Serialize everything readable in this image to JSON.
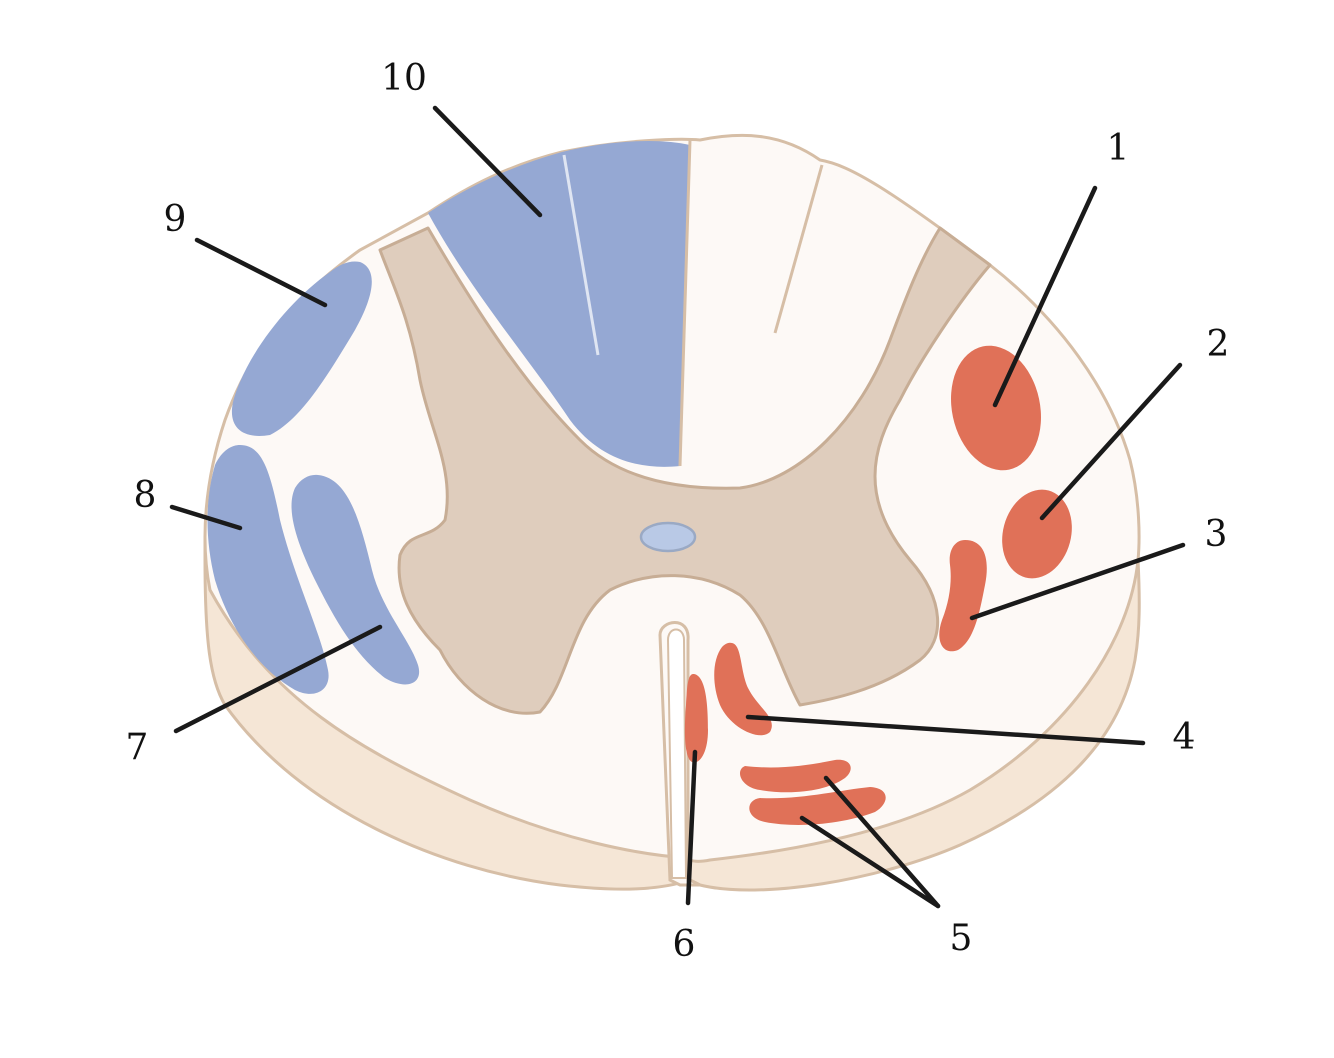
{
  "colors": {
    "background": "#ffffff",
    "side_face": "#f5e6d6",
    "white_matter": "#fdf9f6",
    "outline": "#d6bea6",
    "gray_matter": "#dfcdbd",
    "gray_outline": "#c7ad95",
    "canal": "#b9c9e6",
    "ascending_tract": "#95a8d3",
    "descending_tract": "#e07158",
    "leader": "#1a1a1a",
    "label_text": "#111111"
  },
  "labels": {
    "l1": "1",
    "l2": "2",
    "l3": "3",
    "l4": "4",
    "l5": "5",
    "l6": "6",
    "l7": "7",
    "l8": "8",
    "l9": "9",
    "l10": "10"
  }
}
